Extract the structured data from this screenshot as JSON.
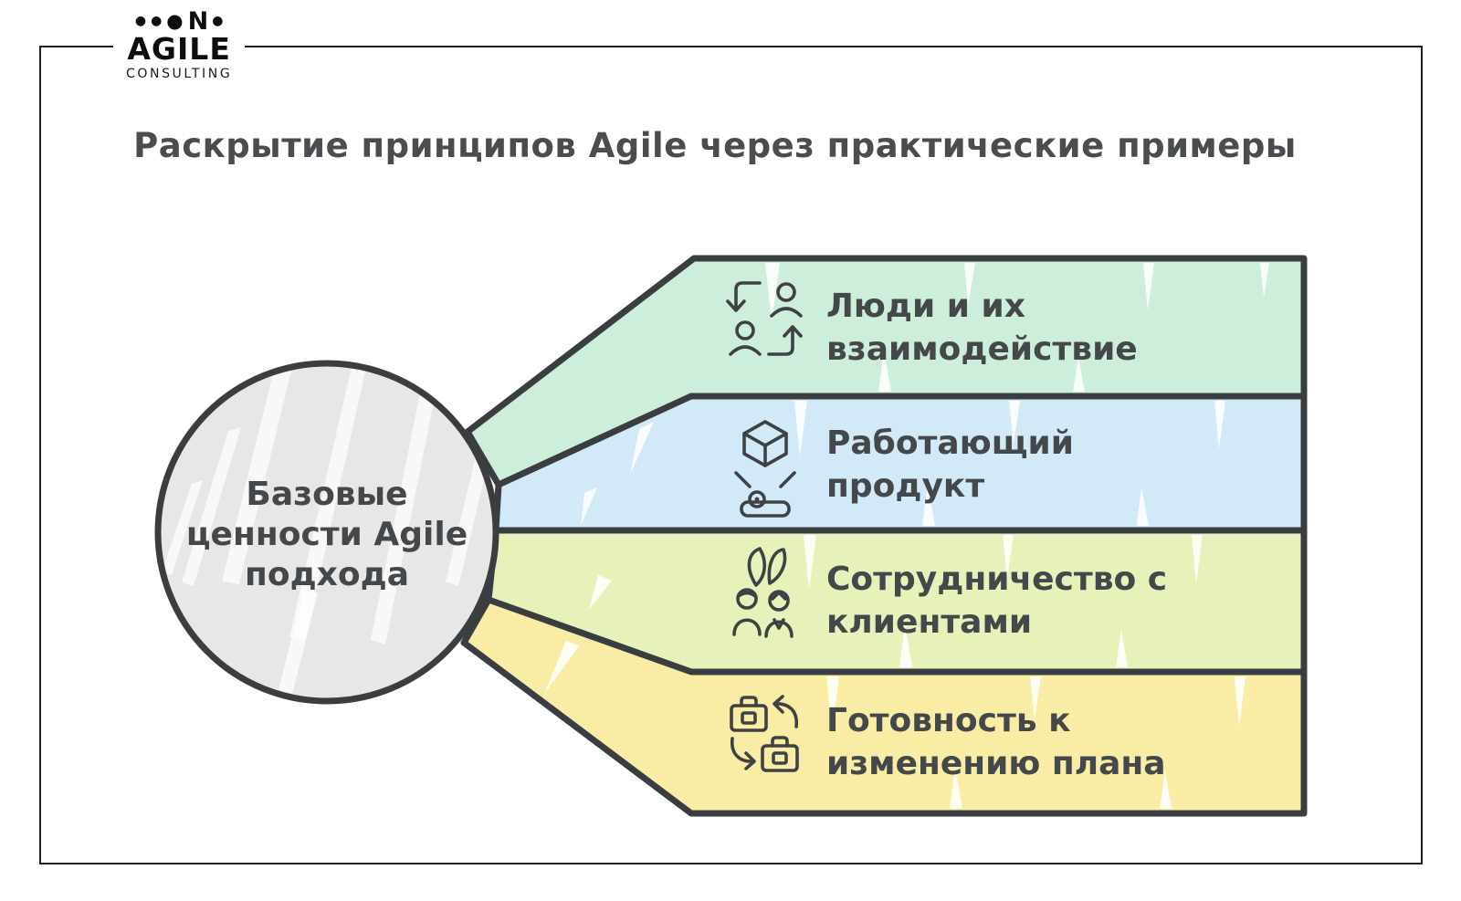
{
  "logo": {
    "mark": {
      "dots_left": [
        "●",
        "●"
      ],
      "big_dot": "●",
      "letter": "N",
      "dot_right": "●"
    },
    "name": "AGILE",
    "subtitle": "CONSULTING"
  },
  "title": "Раскрытие принципов Agile через практические примеры",
  "center_circle": {
    "lines": [
      "Базовые",
      "ценности Agile",
      "подхода"
    ],
    "fill": "#e7e7e7"
  },
  "bands": [
    {
      "label_line1": "Люди и их",
      "label_line2": "взаимодействие",
      "fill": "#cdeeda",
      "icon": "people-exchange-icon"
    },
    {
      "label_line1": "Работающий",
      "label_line2": "продукт",
      "fill": "#d2e9f7",
      "icon": "working-product-hologram-icon"
    },
    {
      "label_line1": "Сотрудничество с",
      "label_line2": "клиентами",
      "fill": "#e6f2ba",
      "icon": "customer-collaboration-icon"
    },
    {
      "label_line1": "Готовность к",
      "label_line2": "изменению плана",
      "fill": "#f9eda6",
      "icon": "plan-change-icon"
    }
  ],
  "colors": {
    "outline": "#3b3e41",
    "text": "#45484b",
    "title_text": "#4a4d50",
    "frame": "#1f1f1f"
  }
}
